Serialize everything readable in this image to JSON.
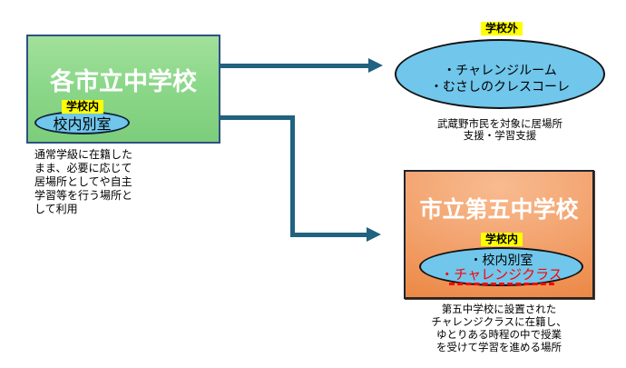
{
  "diagram": {
    "municipal_schools": {
      "title": "各市立中学校",
      "tag": "学校内",
      "room": "校内別室",
      "caption": "通常学級に在籍した\nまま、必要に応じて\n居場所としてや自主\n学習等を行う場所と\nして利用"
    },
    "outside_school": {
      "tag": "学校外",
      "items": [
        "・チャレンジルーム",
        "・むさしのクレスコーレ"
      ],
      "caption": "武蔵野市民を対象に居場所\n支援・学習支援"
    },
    "fifth_school": {
      "title": "市立第五中学校",
      "tag": "学校内",
      "items": [
        "・校内別室",
        "・チャレンジクラス"
      ],
      "caption": "第五中学校に設置された\nチャレンジクラスに在籍し、\nゆとりある時程の中で授業\nを受けて学習を進める場所"
    },
    "colors": {
      "green_box": "#8cd88a",
      "green_border": "#2f5083",
      "orange_box_light": "#f6b183",
      "orange_box_dark": "#e87b31",
      "orange_border": "#1e2430",
      "ellipse_fill": "#70c6eb",
      "ellipse_border": "#131313",
      "tag_background": "#ffff00",
      "arrow": "#20627f",
      "highlight_red": "#ff0000",
      "title_text": "#ffffff"
    }
  }
}
